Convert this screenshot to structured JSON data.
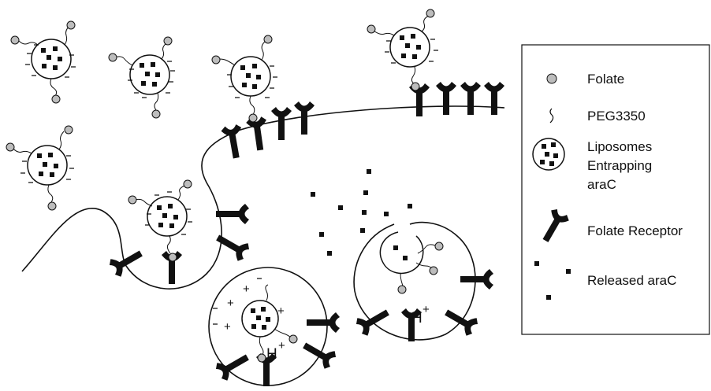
{
  "legend": {
    "folate_label": "Folate",
    "peg_label": "PEG3350",
    "liposome_label_lines": [
      "Liposomes",
      "Entrapping",
      "araC"
    ],
    "receptor_label": "Folate Receptor",
    "released_label": "Released araC"
  },
  "endosome_labels": {
    "proton_left": "H",
    "proton_right": "H",
    "plus": "+"
  },
  "colors": {
    "ink": "#111111",
    "folate_fill": "#bdbdbd"
  },
  "icons": {
    "folate": "grey-circle",
    "peg": "wavy-line",
    "liposome": "circle-with-squares",
    "receptor": "y-shaped-receptor",
    "released": "black-squares"
  }
}
